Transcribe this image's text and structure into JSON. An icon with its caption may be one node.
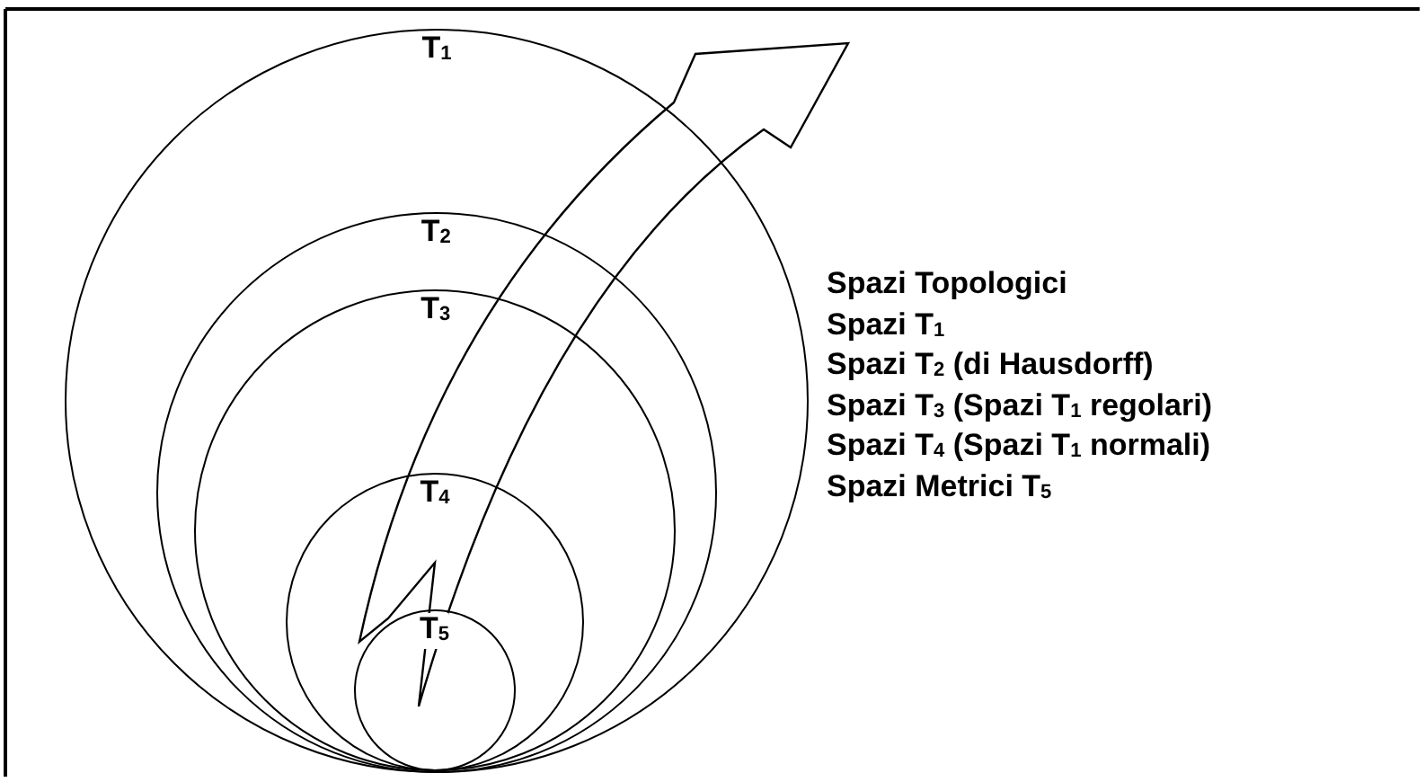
{
  "diagram": {
    "nodes": [
      {
        "text": [
          "T$_{1}$"
        ]
      },
      {
        "text": [
          "T$_{2}$"
        ],
        "in": 0
      },
      {
        "text": [
          "T$_{3}$"
        ],
        "in": 1
      },
      {
        "text": [
          "T$_{4}$"
        ],
        "in": 2
      },
      {
        "text": [
          "T$_{5}$"
        ],
        "in": 3
      }
    ],
    "labels": [
      "Spazi Topologici",
      "Spazi T$_{1}$",
      "Spazi T$_{2}$ (di Hausdorff)",
      "Spazi T$_{3}$ (Spazi T$_{1}$ regolari)",
      "Spazi T$_{4}$ (Spazi T$_{1}$ normali)",
      "Spazi Metrici T$_{5}$"
    ]
  }
}
